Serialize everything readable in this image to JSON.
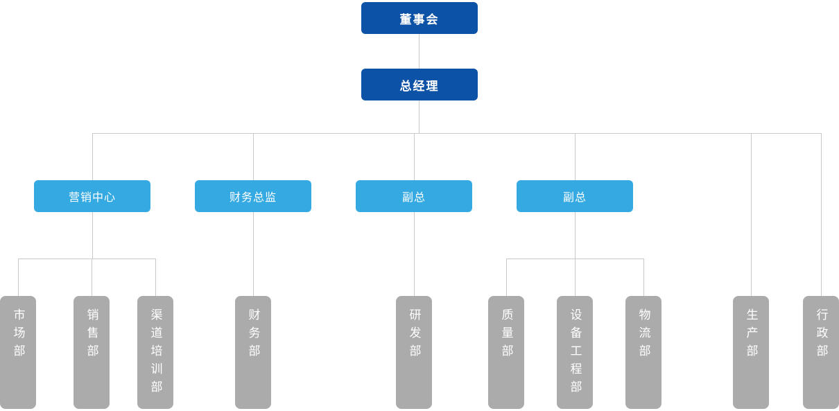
{
  "org_chart": {
    "nodes": {
      "board": {
        "label": "董事会"
      },
      "general_manager": {
        "label": "总经理"
      },
      "marketing_center": {
        "label": "营销中心"
      },
      "finance_director": {
        "label": "财务总监"
      },
      "vice_president_1": {
        "label": "副总"
      },
      "vice_president_2": {
        "label": "副总"
      },
      "market_dept": {
        "label": "市场部"
      },
      "sales_dept": {
        "label": "销售部"
      },
      "channel_training_dept": {
        "label": "渠道培训部"
      },
      "finance_dept": {
        "label": "财务部"
      },
      "rd_dept": {
        "label": "研发部"
      },
      "quality_dept": {
        "label": "质量部"
      },
      "equipment_engineering_dept": {
        "label": "设备工程部"
      },
      "logistics_dept": {
        "label": "物流部"
      },
      "production_dept": {
        "label": "生产部"
      },
      "admin_dept": {
        "label": "行政部"
      }
    },
    "hierarchy": {
      "board": [
        "general_manager"
      ],
      "general_manager": [
        "marketing_center",
        "finance_director",
        "vice_president_1",
        "vice_president_2",
        "production_dept",
        "admin_dept"
      ],
      "marketing_center": [
        "market_dept",
        "sales_dept",
        "channel_training_dept"
      ],
      "finance_director": [
        "finance_dept"
      ],
      "vice_president_1": [
        "rd_dept"
      ],
      "vice_president_2": [
        "quality_dept",
        "equipment_engineering_dept",
        "logistics_dept"
      ]
    },
    "colors": {
      "top_box": "#0c52a6",
      "mid_box": "#35a9e1",
      "dept_box": "#ababab",
      "connector": "#c9c9c9",
      "text": "#ffffff",
      "background": "#ffffff"
    }
  }
}
